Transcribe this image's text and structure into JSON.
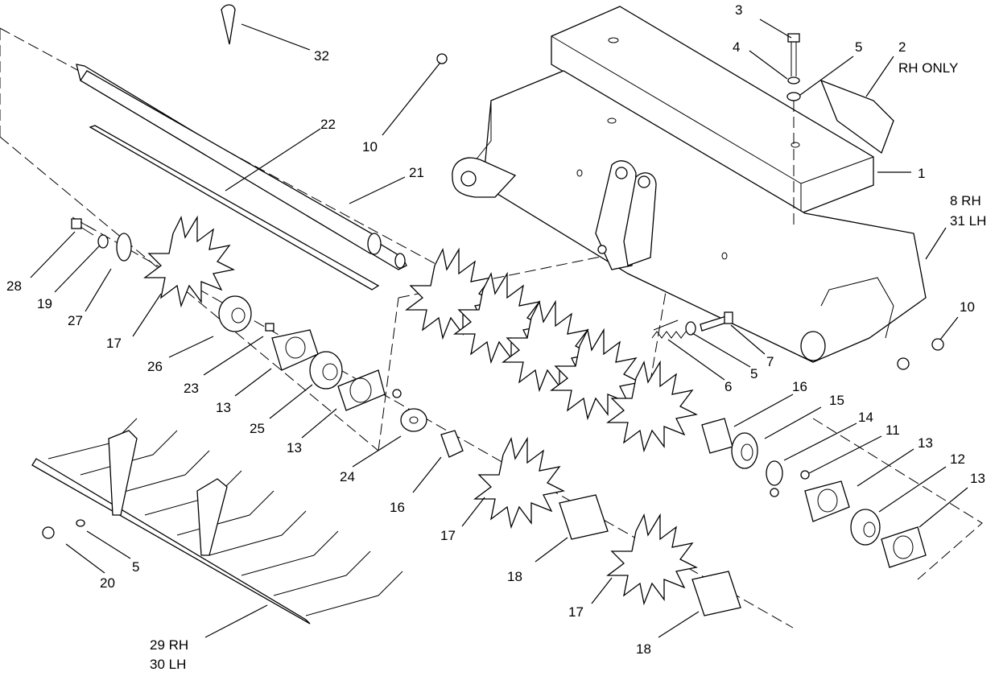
{
  "diagram": {
    "labels": [
      {
        "id": "l32",
        "text": "32"
      },
      {
        "id": "l22",
        "text": "22"
      },
      {
        "id": "l21",
        "text": "21"
      },
      {
        "id": "l10a",
        "text": "10"
      },
      {
        "id": "l3",
        "text": "3"
      },
      {
        "id": "l4",
        "text": "4"
      },
      {
        "id": "l5a",
        "text": "5"
      },
      {
        "id": "l2",
        "text": "2"
      },
      {
        "id": "l2b",
        "text": "RH ONLY"
      },
      {
        "id": "l1",
        "text": "1"
      },
      {
        "id": "l8",
        "text": "8 RH"
      },
      {
        "id": "l31",
        "text": "31 LH"
      },
      {
        "id": "l10b",
        "text": "10"
      },
      {
        "id": "l7",
        "text": "7"
      },
      {
        "id": "l5b",
        "text": "5"
      },
      {
        "id": "l6",
        "text": "6"
      },
      {
        "id": "l28",
        "text": "28"
      },
      {
        "id": "l19",
        "text": "19"
      },
      {
        "id": "l27",
        "text": "27"
      },
      {
        "id": "l17a",
        "text": "17"
      },
      {
        "id": "l26",
        "text": "26"
      },
      {
        "id": "l23",
        "text": "23"
      },
      {
        "id": "l13a",
        "text": "13"
      },
      {
        "id": "l25",
        "text": "25"
      },
      {
        "id": "l13b",
        "text": "13"
      },
      {
        "id": "l24",
        "text": "24"
      },
      {
        "id": "l16a",
        "text": "16"
      },
      {
        "id": "l17b",
        "text": "17"
      },
      {
        "id": "l16b",
        "text": "16"
      },
      {
        "id": "l15",
        "text": "15"
      },
      {
        "id": "l14",
        "text": "14"
      },
      {
        "id": "l11",
        "text": "11"
      },
      {
        "id": "l13c",
        "text": "13"
      },
      {
        "id": "l12",
        "text": "12"
      },
      {
        "id": "l13d",
        "text": "13"
      },
      {
        "id": "l18a",
        "text": "18"
      },
      {
        "id": "l17c",
        "text": "17"
      },
      {
        "id": "l18b",
        "text": "18"
      },
      {
        "id": "l20",
        "text": "20"
      },
      {
        "id": "l5c",
        "text": "5"
      },
      {
        "id": "l29",
        "text": "29 RH"
      },
      {
        "id": "l30",
        "text": "30 LH"
      }
    ]
  }
}
